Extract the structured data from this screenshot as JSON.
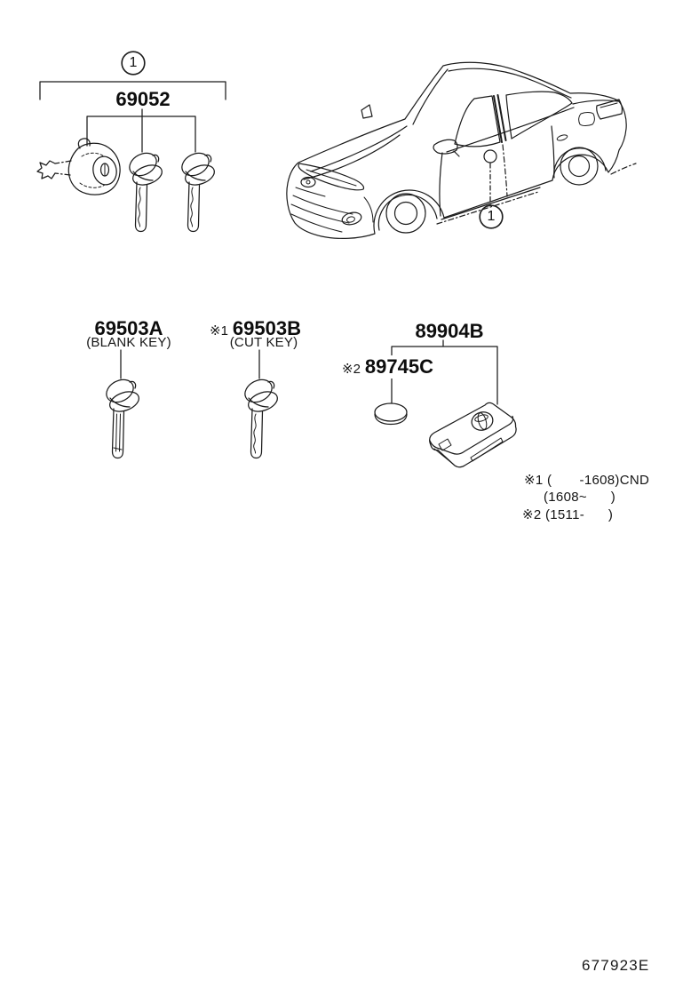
{
  "callouts": {
    "one": "1"
  },
  "group_lock_set": {
    "part_number": "69052",
    "callout": "1"
  },
  "parts": {
    "blank_key": {
      "number": "69503A",
      "caption": "(BLANK KEY)"
    },
    "cut_key": {
      "prefix": "※1",
      "number": "69503B",
      "caption": "(CUT KEY)"
    },
    "transmitter": {
      "number": "89904B"
    },
    "battery": {
      "prefix": "※2",
      "number": "89745C"
    }
  },
  "notes": {
    "line1": "※1 (       -1608)CND",
    "line2": "(1608~      )",
    "line3": "※2 (1511-      )"
  },
  "footer": {
    "diagram_code": "677923E"
  },
  "colors": {
    "line": "#1b1b1b",
    "background": "#ffffff"
  }
}
